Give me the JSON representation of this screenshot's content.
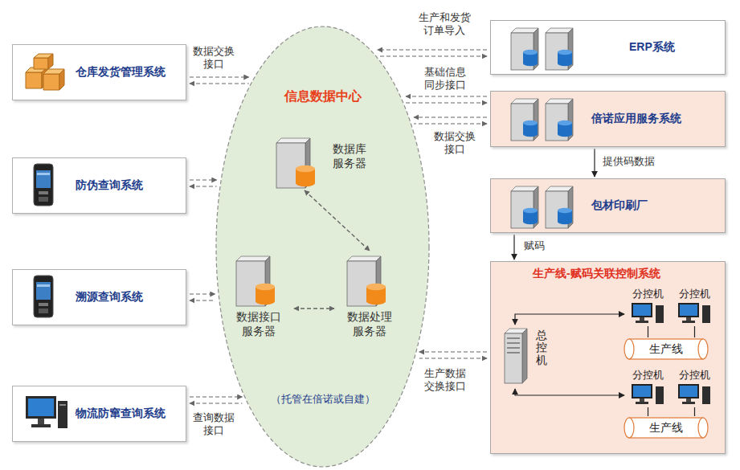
{
  "diagram": {
    "nodes": [
      {
        "text": [
          "仓库发货管理系统"
        ]
      },
      {
        "text": [
          "信息数据中心",
          "（托管在倍诺或自建）"
        ]
      },
      {
        "text": [
          "数据库服务器"
        ],
        "in": 1
      },
      {
        "text": [
          "数据接口服务器"
        ],
        "in": 1
      },
      {
        "text": [
          "数据处理服务器"
        ],
        "in": 1
      },
      {
        "text": [
          "ERP系统"
        ]
      },
      {
        "text": [
          "防伪查询系统"
        ]
      },
      {
        "text": [
          "倍诺应用服务系统"
        ]
      },
      {
        "text": [
          "包材印刷厂"
        ]
      },
      {
        "text": [
          "溯源查询系统"
        ]
      },
      {
        "text": [
          "生产线-赋码关联控制系统"
        ]
      },
      {
        "text": [
          "总控机"
        ],
        "in": 10
      },
      {
        "text": [
          "分控机"
        ],
        "in": 10
      },
      {
        "text": [
          "分控机"
        ],
        "in": 10
      },
      {
        "text": [
          "分控机"
        ],
        "in": 10
      },
      {
        "text": [
          "分控机"
        ],
        "in": 10
      },
      {
        "text": [
          "生产线"
        ],
        "in": 10
      },
      {
        "text": [
          "生产线"
        ],
        "in": 10
      },
      {
        "text": [
          "物流防窜查询系统"
        ]
      }
    ],
    "edges": [
      {
        "from": 0,
        "to": 1,
        "arrow": "both",
        "label": "数据交换接口"
      },
      {
        "from": 6,
        "to": 1,
        "arrow": "both"
      },
      {
        "from": 9,
        "to": 1,
        "arrow": "both"
      },
      {
        "from": 18,
        "to": 1,
        "arrow": "both",
        "label": "查询数据接口"
      },
      {
        "from": 5,
        "to": 1,
        "arrow": "both",
        "label": "生产和发货订单导入"
      },
      {
        "from": 7,
        "to": 1,
        "arrow": "both",
        "label": "基础信息同步接口"
      },
      {
        "from": 7,
        "to": 1,
        "arrow": "both",
        "label": "数据交换接口"
      },
      {
        "from": 7,
        "to": 8,
        "arrow": "to",
        "label": "提供码数据"
      },
      {
        "from": 8,
        "to": 10,
        "arrow": "to",
        "label": "赋码"
      },
      {
        "from": 10,
        "to": 1,
        "arrow": "both",
        "label": "生产数据交换接口"
      },
      {
        "from": 2,
        "to": 4,
        "arrow": "both"
      },
      {
        "from": 3,
        "to": 4,
        "arrow": "both"
      },
      {
        "from": 11,
        "to": 12,
        "arrow": "both"
      },
      {
        "from": 11,
        "to": 14,
        "arrow": "both"
      },
      {
        "from": 12,
        "to": 16,
        "arrow": "none"
      },
      {
        "from": 13,
        "to": 16,
        "arrow": "none"
      },
      {
        "from": 14,
        "to": 17,
        "arrow": "none"
      },
      {
        "from": 15,
        "to": 17,
        "arrow": "none"
      }
    ]
  }
}
